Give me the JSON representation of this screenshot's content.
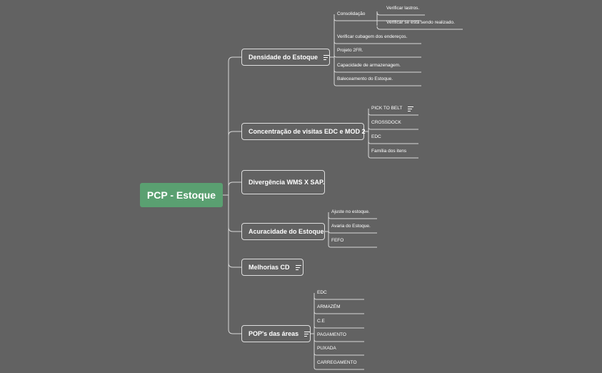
{
  "root": "PCP - Estoque",
  "branches": [
    {
      "label": "Densidade do Estoque",
      "has_notes": true,
      "children": [
        {
          "label": "Consolidação",
          "children": [
            "Verificar lastros.",
            "Verificar se está sendo realizado."
          ]
        },
        {
          "label": "Verificar cubagem dos endereços."
        },
        {
          "label": "Projeto 2FR."
        },
        {
          "label": "Capacidade de armazenagem."
        },
        {
          "label": "Baleceamento do Estoque."
        }
      ]
    },
    {
      "label": "Concentração de visitas EDC e MOD 2",
      "has_notes": false,
      "children": [
        {
          "label": "PICK TO BELT",
          "has_notes": true
        },
        {
          "label": "CROSSDOCK"
        },
        {
          "label": "EDC"
        },
        {
          "label": "Família dos itens"
        }
      ]
    },
    {
      "label": "Divergência WMS X SAP.",
      "has_notes": false,
      "children": []
    },
    {
      "label": "Acuracidade do Estoque",
      "has_notes": false,
      "children": [
        {
          "label": "Ajuste no estoque."
        },
        {
          "label": "Avaria do Estoque."
        },
        {
          "label": "FEFO"
        }
      ]
    },
    {
      "label": "Melhorias CD",
      "has_notes": true,
      "children": []
    },
    {
      "label": "POP's das áreas",
      "has_notes": true,
      "children": [
        {
          "label": "EDC"
        },
        {
          "label": "ARMAZÉM"
        },
        {
          "label": "C.E"
        },
        {
          "label": "PAGAMENTO"
        },
        {
          "label": "PUXADA"
        },
        {
          "label": "CARREGAMENTO"
        }
      ]
    }
  ],
  "colors": {
    "background": "#626262",
    "root_fill": "#5aa071",
    "line": "#d8d8d8",
    "text": "#ffffff"
  }
}
